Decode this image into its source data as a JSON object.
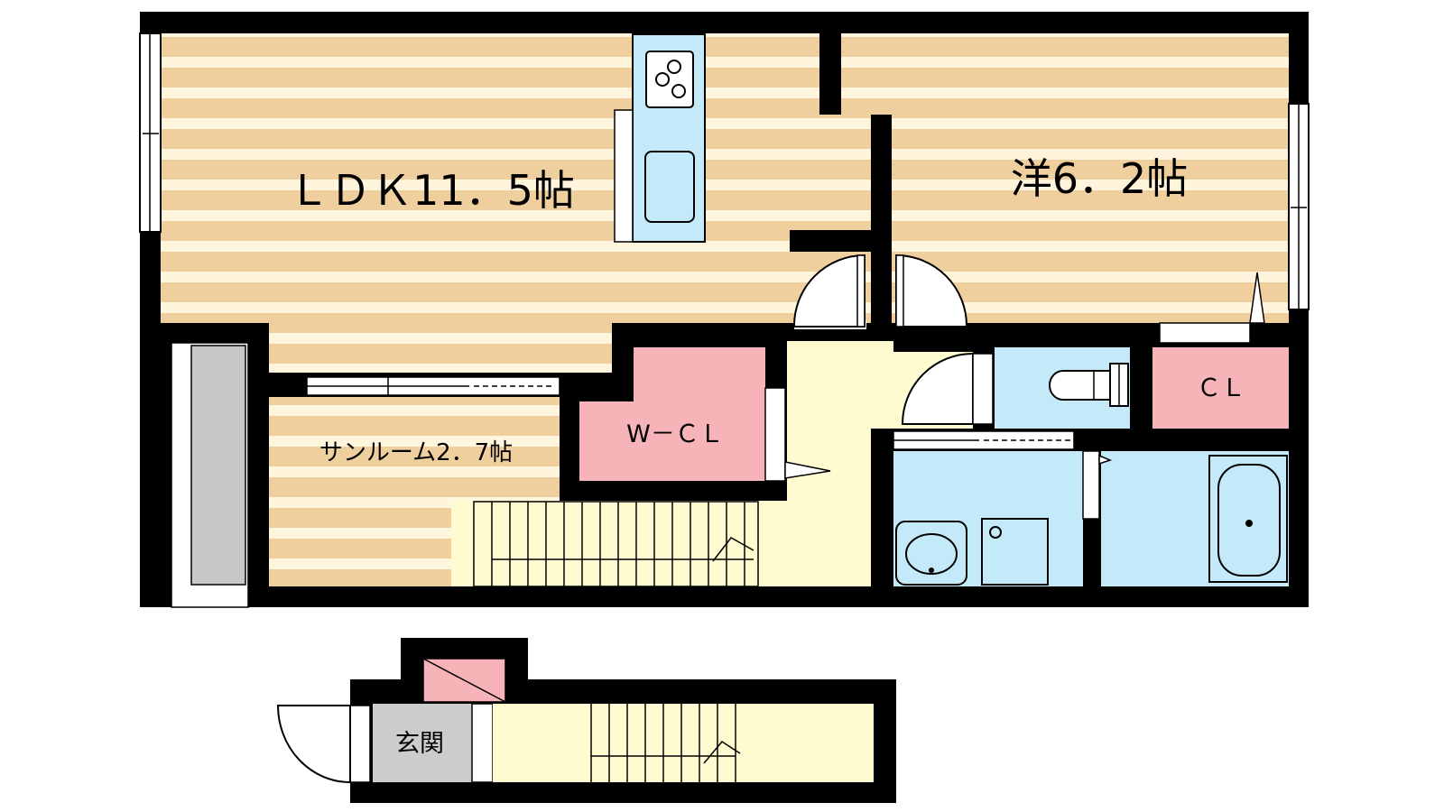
{
  "rooms": {
    "ldk": "ＬＤＫ11．5帖",
    "western": "洋6．2帖",
    "sunroom": "サンルーム2．7帖",
    "wcl": "W－ＣＬ",
    "cl": "ＣＬ",
    "entrance": "玄関"
  },
  "colors": {
    "wall": "#000000",
    "stripe_tan": "#f0cf9e",
    "stripe_cream": "#fff5dc",
    "hall": "#fffbd0",
    "wet": "#c4e9f8",
    "storage": "#f6b4b9",
    "genkan": "#cccccc",
    "balcony": "#c8c8c8"
  },
  "icons": [
    "cooktop-icon",
    "sink-icon",
    "toilet-icon",
    "bathtub-icon",
    "washbasin-icon",
    "washer-pan-icon",
    "stairs-icon",
    "door-swing-icon"
  ]
}
